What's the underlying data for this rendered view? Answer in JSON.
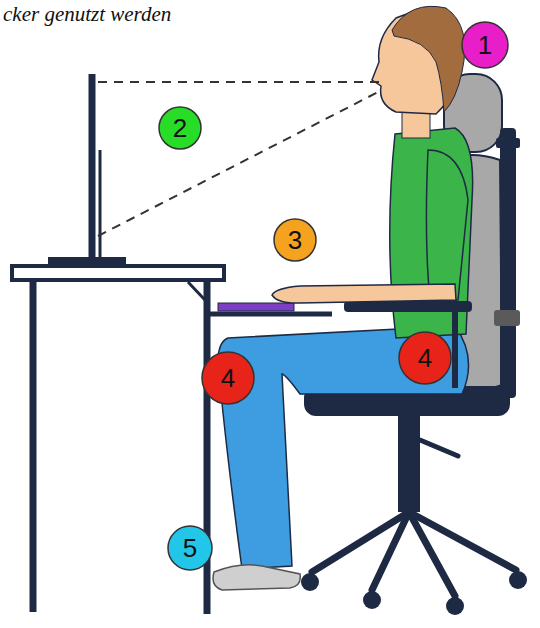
{
  "diagram": {
    "nodes": [
      {
        "text": [
          "1"
        ]
      },
      {
        "text": [
          "2"
        ]
      },
      {
        "text": [
          "3"
        ]
      },
      {
        "text": [
          "4"
        ]
      },
      {
        "text": [
          "4"
        ]
      },
      {
        "text": [
          "5"
        ]
      }
    ],
    "labels": [
      "cker genutzt werden"
    ]
  }
}
